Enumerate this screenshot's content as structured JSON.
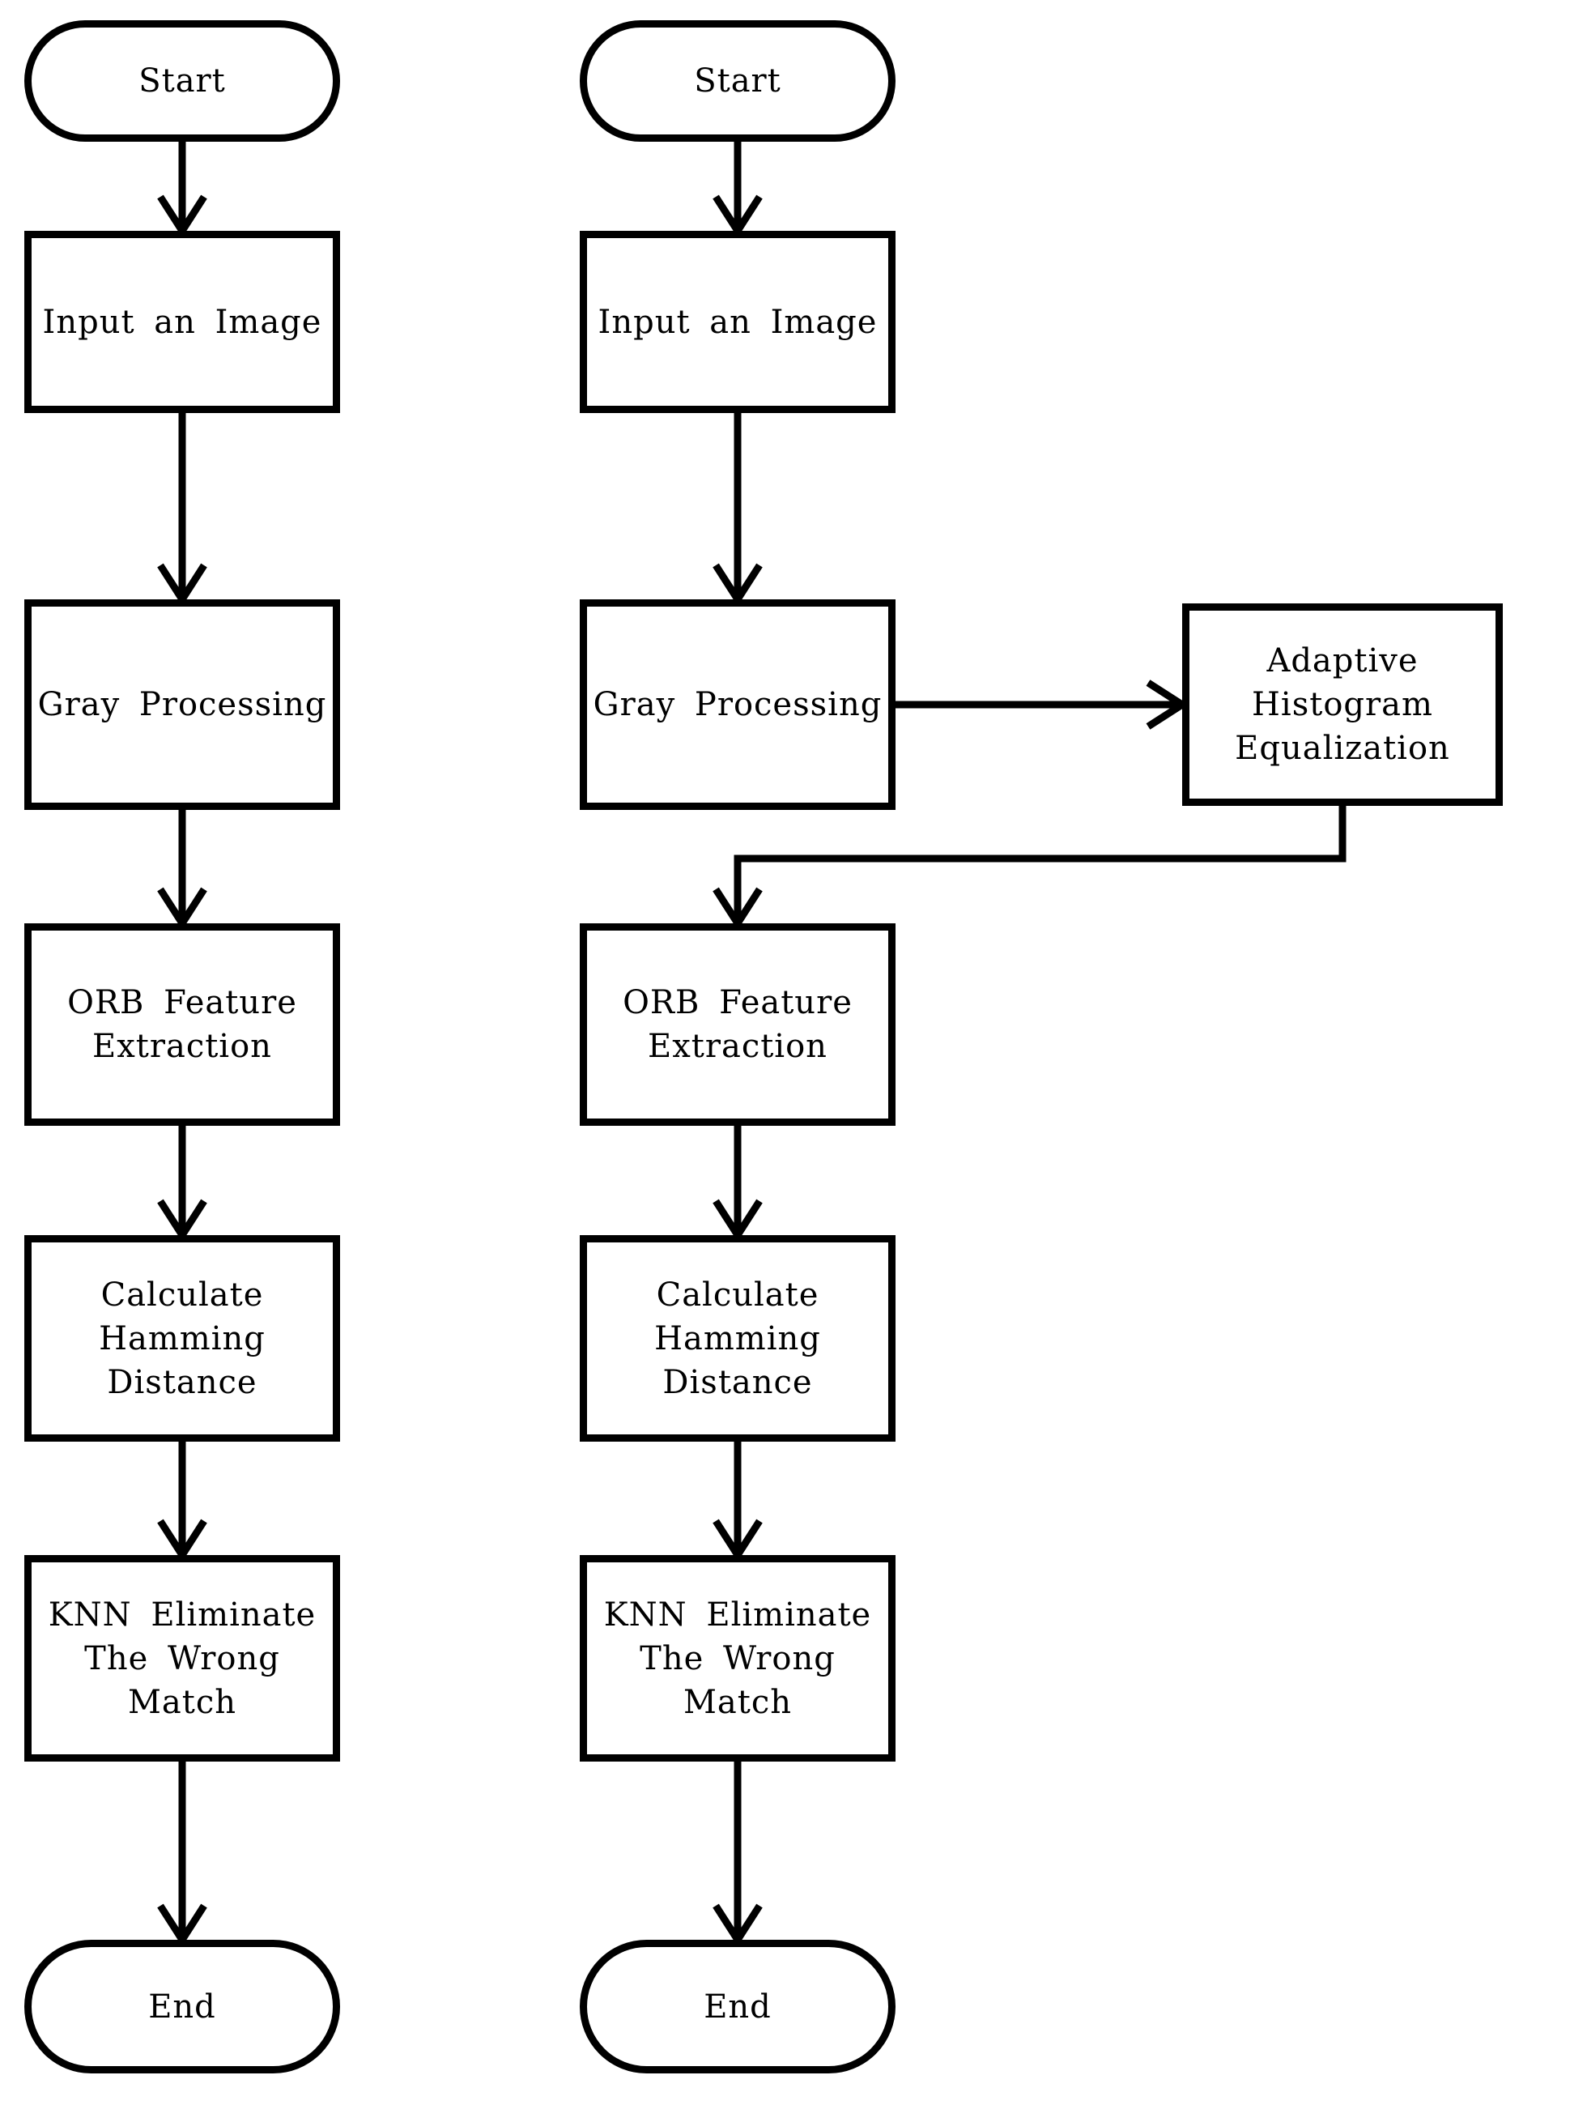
{
  "page": {
    "background_color": "#ffffff",
    "ink_color": "#000000"
  },
  "diagram": {
    "type": "flowchart-pair",
    "columns": [
      {
        "name": "baseline-orb-matching-flow",
        "nodes": [
          {
            "id": "start",
            "shape": "terminator",
            "label": "Start"
          },
          {
            "id": "input-image",
            "shape": "process",
            "label": "Input an Image"
          },
          {
            "id": "gray-processing",
            "shape": "process",
            "label": "Gray Processing"
          },
          {
            "id": "orb-feature-extraction",
            "shape": "process",
            "label": "ORB Feature\nExtraction"
          },
          {
            "id": "calculate-hamming-distance",
            "shape": "process",
            "label": "Calculate\nHamming Distance"
          },
          {
            "id": "knn-eliminate-wrong-match",
            "shape": "process",
            "label": "KNN Eliminate\nThe Wrong Match"
          },
          {
            "id": "end",
            "shape": "terminator",
            "label": "End"
          }
        ],
        "edges": [
          {
            "from": "start",
            "to": "input-image"
          },
          {
            "from": "input-image",
            "to": "gray-processing"
          },
          {
            "from": "gray-processing",
            "to": "orb-feature-extraction"
          },
          {
            "from": "orb-feature-extraction",
            "to": "calculate-hamming-distance"
          },
          {
            "from": "calculate-hamming-distance",
            "to": "knn-eliminate-wrong-match"
          },
          {
            "from": "knn-eliminate-wrong-match",
            "to": "end"
          }
        ]
      },
      {
        "name": "improved-orb-matching-flow-with-ahe",
        "nodes": [
          {
            "id": "start",
            "shape": "terminator",
            "label": "Start"
          },
          {
            "id": "input-image",
            "shape": "process",
            "label": "Input an Image"
          },
          {
            "id": "gray-processing",
            "shape": "process",
            "label": "Gray Processing"
          },
          {
            "id": "adaptive-histogram-equalization",
            "shape": "process",
            "label": "Adaptive\nHistogram\nEqualization"
          },
          {
            "id": "orb-feature-extraction",
            "shape": "process",
            "label": "ORB Feature\nExtraction"
          },
          {
            "id": "calculate-hamming-distance",
            "shape": "process",
            "label": "Calculate\nHamming Distance"
          },
          {
            "id": "knn-eliminate-wrong-match",
            "shape": "process",
            "label": "KNN Eliminate\nThe Wrong Match"
          },
          {
            "id": "end",
            "shape": "terminator",
            "label": "End"
          }
        ],
        "edges": [
          {
            "from": "start",
            "to": "input-image"
          },
          {
            "from": "input-image",
            "to": "gray-processing"
          },
          {
            "from": "gray-processing",
            "to": "adaptive-histogram-equalization"
          },
          {
            "from": "adaptive-histogram-equalization",
            "to": "orb-feature-extraction"
          },
          {
            "from": "orb-feature-extraction",
            "to": "calculate-hamming-distance"
          },
          {
            "from": "calculate-hamming-distance",
            "to": "knn-eliminate-wrong-match"
          },
          {
            "from": "knn-eliminate-wrong-match",
            "to": "end"
          }
        ]
      }
    ]
  }
}
